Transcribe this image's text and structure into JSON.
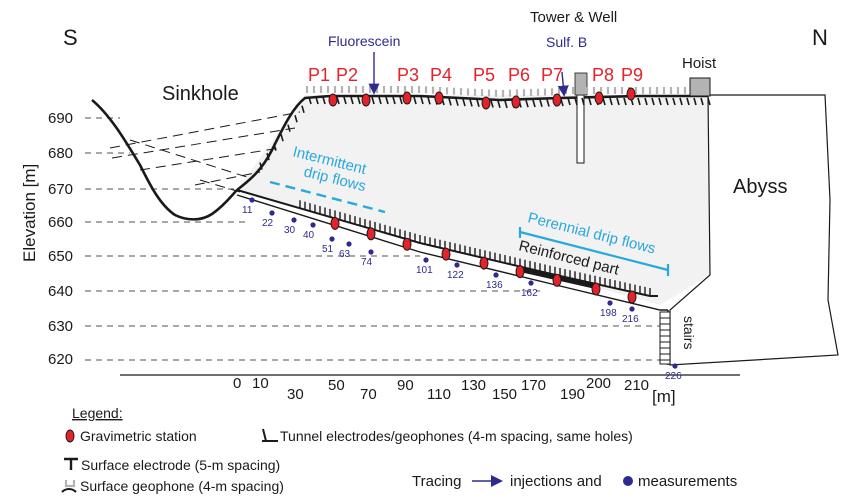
{
  "labels": {
    "south": "S",
    "north": "N",
    "sinkhole": "Sinkhole",
    "abyss": "Abyss",
    "tower": "Tower & Well",
    "hoist": "Hoist",
    "fluorescein": "Fluorescein",
    "sulf": "Sulf. B",
    "intermittent_1": "Intermittent",
    "intermittent_2": "drip flows",
    "perennial": "Perennial drip flows",
    "reinforced": "Reinforced part",
    "stairs": "stairs",
    "elevation_axis": "Elevation [m]",
    "distance_unit": "[m]"
  },
  "stations": [
    "P1",
    "P2",
    "P3",
    "P4",
    "P5",
    "P6",
    "P7",
    "P8",
    "P9"
  ],
  "elevation_ticks": [
    "690",
    "680",
    "670",
    "660",
    "650",
    "640",
    "630",
    "620"
  ],
  "distance_ticks": [
    "0",
    "10",
    "30",
    "50",
    "70",
    "90",
    "110",
    "130",
    "150",
    "170",
    "190",
    "200",
    "210"
  ],
  "measurement_points": [
    "11",
    "22",
    "30",
    "40",
    "51",
    "63",
    "74",
    "101",
    "122",
    "136",
    "162",
    "198",
    "216",
    "226"
  ],
  "legend": {
    "title": "Legend:",
    "gravimetric": "Gravimetric station",
    "tunnel": "Tunnel electrodes/geophones (4-m spacing, same holes)",
    "surface_electrode": "Surface electrode  (5-m spacing)",
    "surface_geophone": "Surface geophone (4-m spacing)",
    "tracing": "Tracing",
    "injections": "injections and",
    "measurements": "measurements"
  },
  "colors": {
    "station": "#e5222a",
    "tracer": "#2e2a8f",
    "drip": "#29a8e0",
    "line": "#1a1a1a",
    "fill": "#f2f2f2",
    "geophone": "#b3b3b3"
  }
}
